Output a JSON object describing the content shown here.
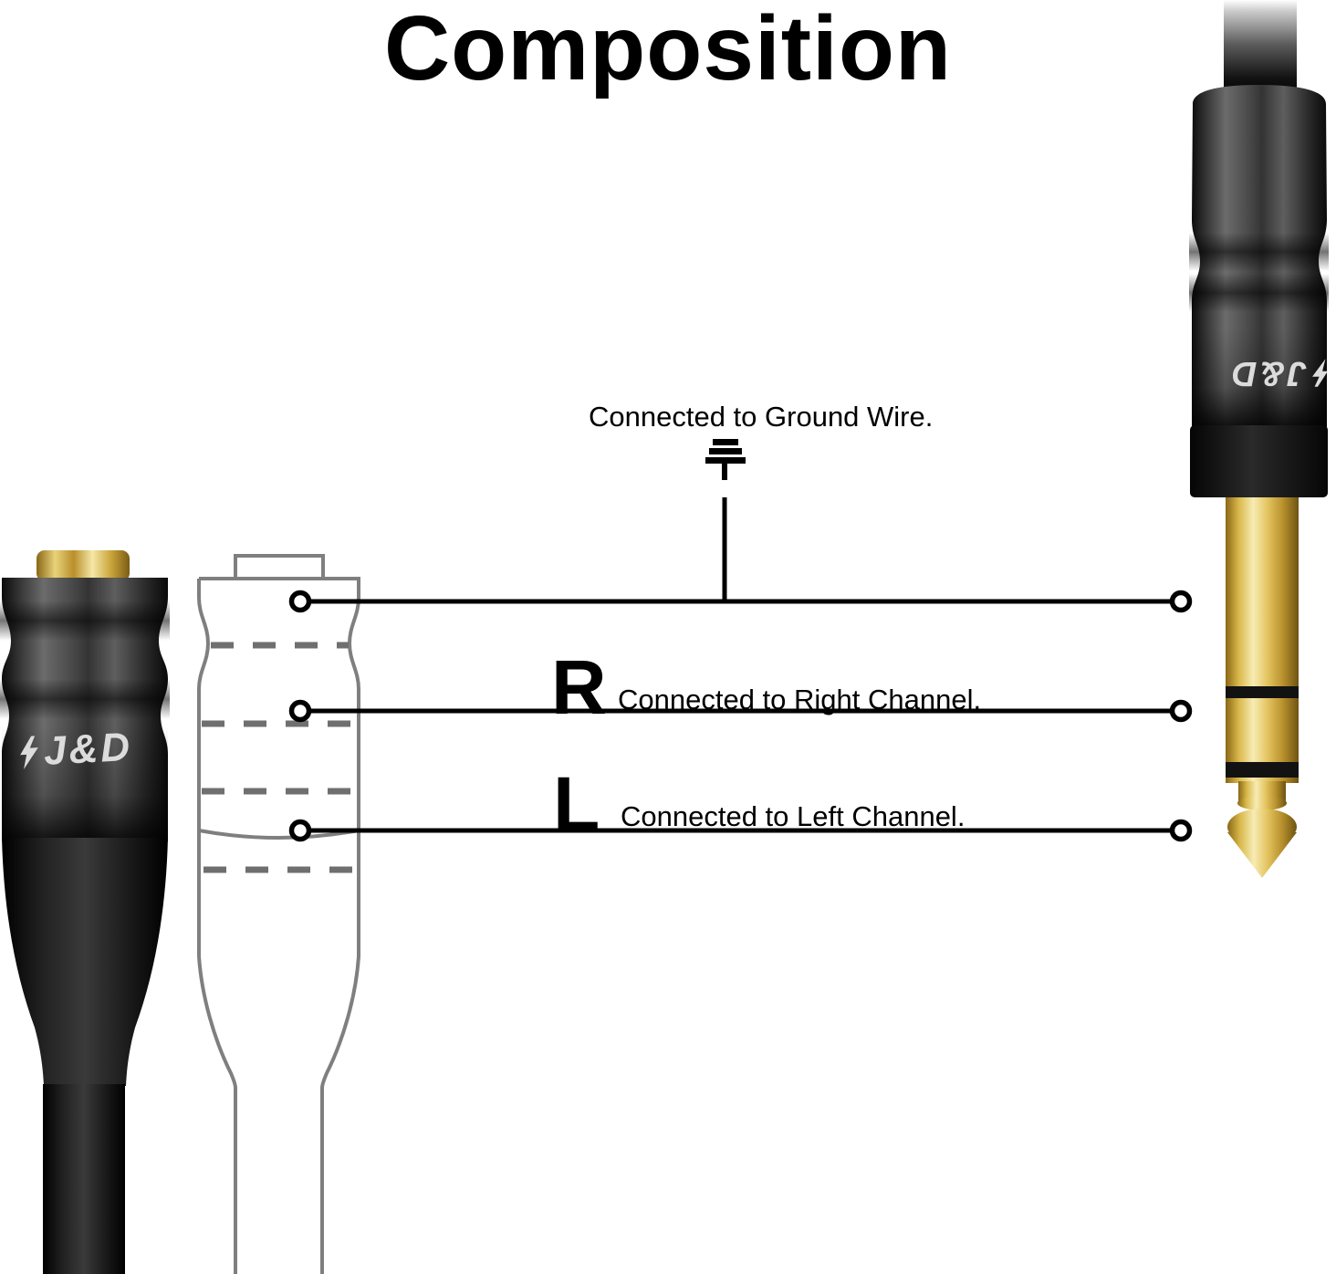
{
  "title": "Composition",
  "brand": {
    "name": "J&D",
    "logo_icon": "lightning-bolt-icon"
  },
  "connections": [
    {
      "id": "ground",
      "label": "",
      "description": "Connected to Ground Wire."
    },
    {
      "id": "right-channel",
      "label": "R",
      "description": "Connected to Right Channel."
    },
    {
      "id": "left-channel",
      "label": "L",
      "description": "Connected to Left Channel."
    }
  ],
  "colors": {
    "background": "#ffffff",
    "line": "#000000",
    "outline_gray": "#7f7f7f",
    "dash_gray": "#6f6f6f",
    "gold": "#d4af37",
    "metal_gray": "#4a4a4a",
    "logo_silver": "#dcdcdc"
  }
}
